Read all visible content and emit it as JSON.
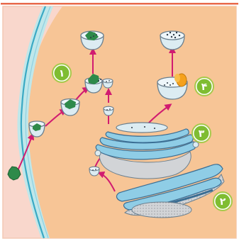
{
  "colors": {
    "top_rule": "#e8694a",
    "page_border": "#f3c9b4",
    "outside": "#f9d7cc",
    "cytoplasm": "#f7c596",
    "membrane_teal": "#bfe7ea",
    "membrane_stripe": "#3aa9c4",
    "vesicle_fill": "#dcecf2",
    "vesicle_stroke": "#6a7f8e",
    "material_green": "#2e8a4a",
    "golgi_blue": "#8fcde6",
    "golgi_stroke": "#3a6d93",
    "organelle_grey": "#d2d4d7",
    "arrow": "#d11b70",
    "badge_ring": "#a6c94a",
    "badge_fill": "#7fbd32",
    "lysosome_orange": "#f5a11c"
  },
  "icons": {
    "badge_1": "circle-badge",
    "badge_2": "circle-badge",
    "badge_3": "circle-badge",
    "badge_4": "circle-badge"
  },
  "labels": {
    "badge_1": "۱",
    "badge_2": "۲",
    "badge_3": "۳",
    "badge_4": "۴"
  }
}
